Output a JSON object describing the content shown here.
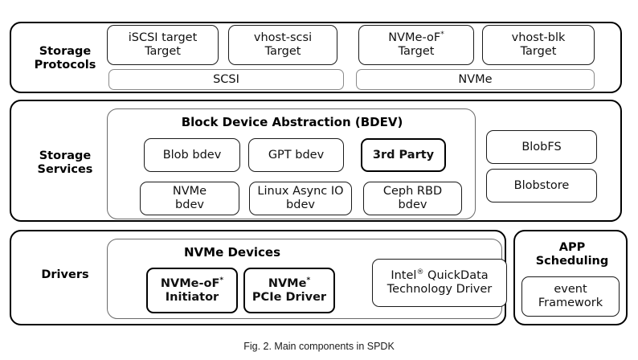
{
  "figure": {
    "caption": "Fig. 2.  Main components in SPDK"
  },
  "layers": {
    "storage_protocols": {
      "label": "Storage\nProtocols",
      "targets": [
        {
          "name": "iscsi-target",
          "line1": "iSCSI target",
          "line2": "Target"
        },
        {
          "name": "vhost-scsi-target",
          "line1": "vhost-scsi",
          "line2": "Target"
        },
        {
          "name": "nvmeof-target",
          "line1": "NVMe-oF*",
          "line2": "Target"
        },
        {
          "name": "vhost-blk-target",
          "line1": "vhost-blk",
          "line2": "Target"
        }
      ],
      "rails": [
        {
          "name": "scsi-rail",
          "label": "SCSI"
        },
        {
          "name": "nvme-rail",
          "label": "NVMe"
        }
      ]
    },
    "storage_services": {
      "label": "Storage\nServices",
      "bdev": {
        "title": "Block Device Abstraction (BDEV)",
        "row1": [
          {
            "name": "blob-bdev",
            "label": "Blob bdev",
            "emphasis": false
          },
          {
            "name": "gpt-bdev",
            "label": "GPT bdev",
            "emphasis": false
          },
          {
            "name": "third-party-bdev",
            "label": "3rd Party",
            "emphasis": true
          }
        ],
        "row2": [
          {
            "name": "nvme-bdev",
            "line1": "NVMe",
            "line2": "bdev"
          },
          {
            "name": "linux-async-io-bdev",
            "line1": "Linux Async IO",
            "line2": "bdev"
          },
          {
            "name": "ceph-rbd-bdev",
            "line1": "Ceph RBD",
            "line2": "bdev"
          }
        ]
      },
      "blob_column": [
        {
          "name": "blobfs",
          "label": "BlobFS"
        },
        {
          "name": "blobstore",
          "label": "Blobstore"
        }
      ]
    },
    "drivers": {
      "label": "Drivers",
      "nvme_devices": {
        "title": "NVMe Devices",
        "items": [
          {
            "name": "nvmeof-initiator",
            "line1": "NVMe-oF*",
            "line2": "Initiator"
          },
          {
            "name": "nvme-pcie-driver",
            "line1": "NVMe*",
            "line2": "PCIe Driver"
          }
        ],
        "quickdata": {
          "name": "intel-quickdata-driver",
          "line1": "Intel® QuickData",
          "line2": "Technology Driver"
        }
      }
    },
    "app_scheduling": {
      "title": "APP\nScheduling",
      "items": [
        {
          "name": "event-framework",
          "line1": "event",
          "line2": "Framework"
        }
      ]
    }
  },
  "colors": {
    "background": "#ffffff",
    "panel_border": "#000000",
    "group_border": "#6a6a6a",
    "leaf_border": "#1a1a1a",
    "text": "#000000"
  }
}
